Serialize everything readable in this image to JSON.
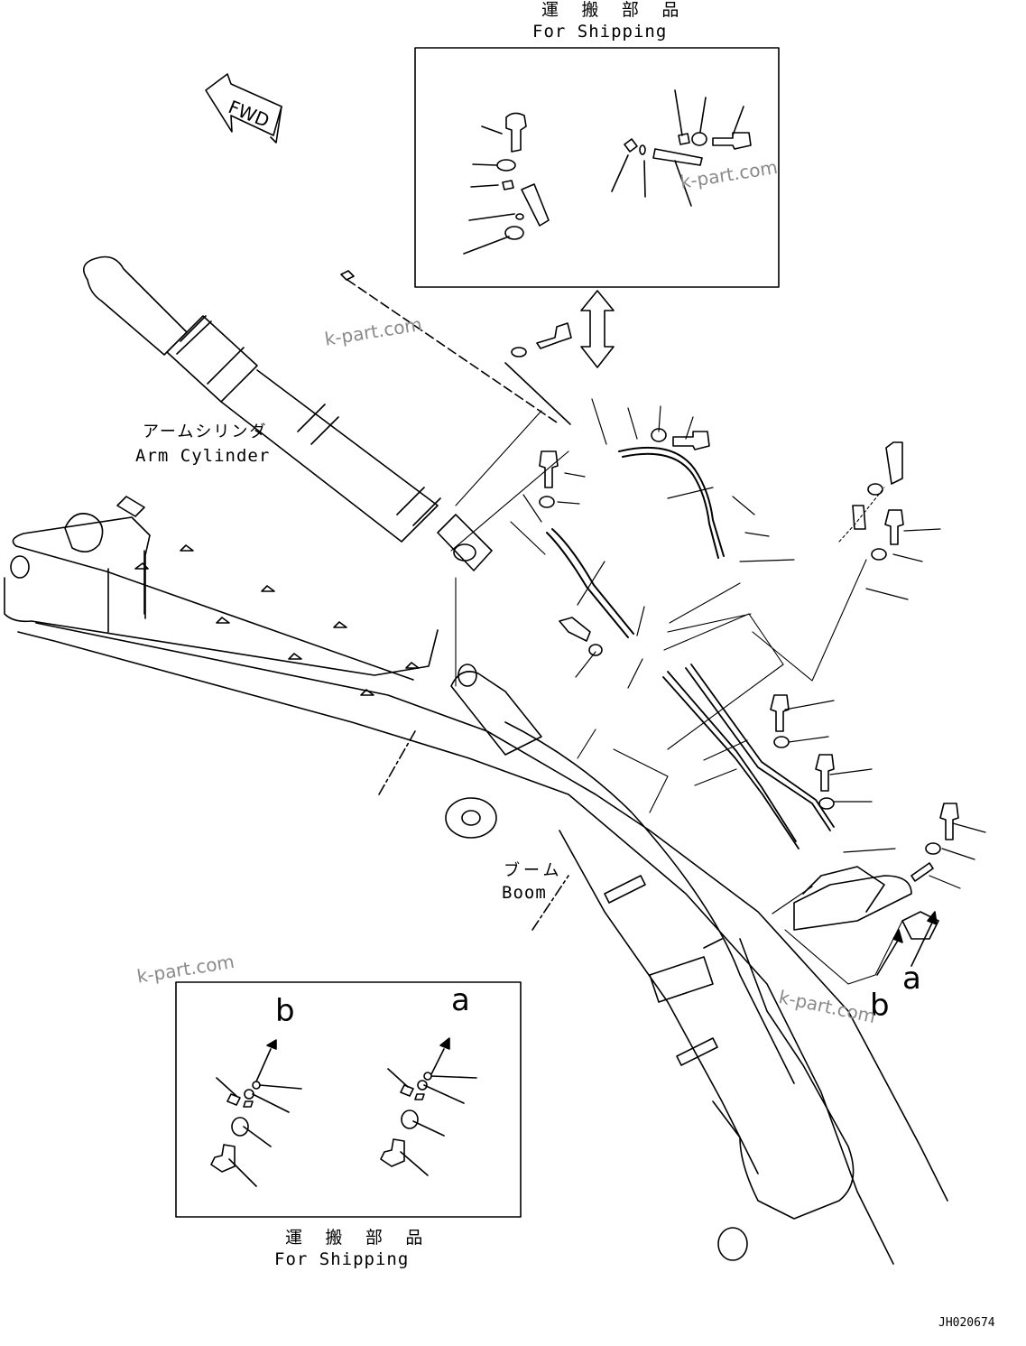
{
  "top_box": {
    "title_jp": "運 搬 部 品",
    "title_en": "For Shipping"
  },
  "bottom_box": {
    "title_jp": "運 搬 部 品",
    "title_en": "For Shipping"
  },
  "fwd_label": "FWD",
  "arm_cylinder": {
    "jp": "アームシリンダ",
    "en": "Arm Cylinder"
  },
  "boom": {
    "jp": "ブーム",
    "en": "Boom"
  },
  "callouts": {
    "a": "a",
    "b": "b"
  },
  "watermark": "k-part.com",
  "drawing_code": "JH020674"
}
